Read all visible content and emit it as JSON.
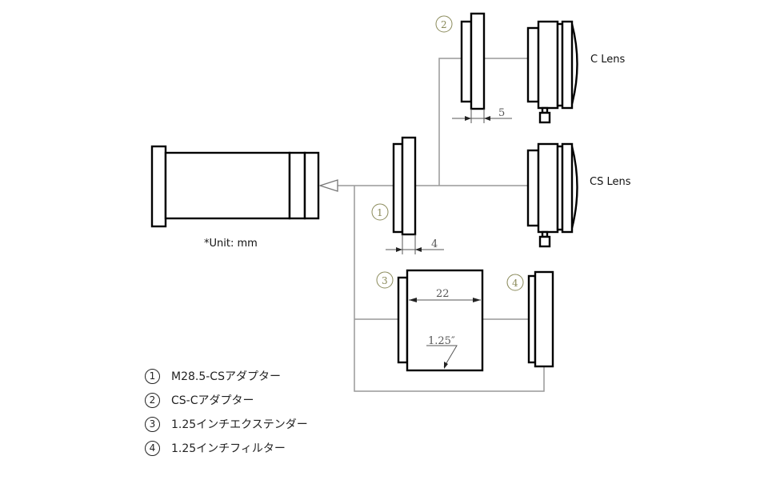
{
  "labels": {
    "c_lens": "C Lens",
    "cs_lens": "CS Lens",
    "unit": "*Unit: mm"
  },
  "dimensions": {
    "adapter1": "4",
    "adapter2": "5",
    "extender_length": "22",
    "extender_thread": "1.25″"
  },
  "markers": [
    "1",
    "2",
    "3",
    "4"
  ],
  "legend": [
    {
      "num": "1",
      "text": "M28.5-CSアダプター"
    },
    {
      "num": "2",
      "text": "CS-Cアダプター"
    },
    {
      "num": "3",
      "text": "1.25インチエクステンダー"
    },
    {
      "num": "4",
      "text": "1.25インチフィルター"
    }
  ]
}
